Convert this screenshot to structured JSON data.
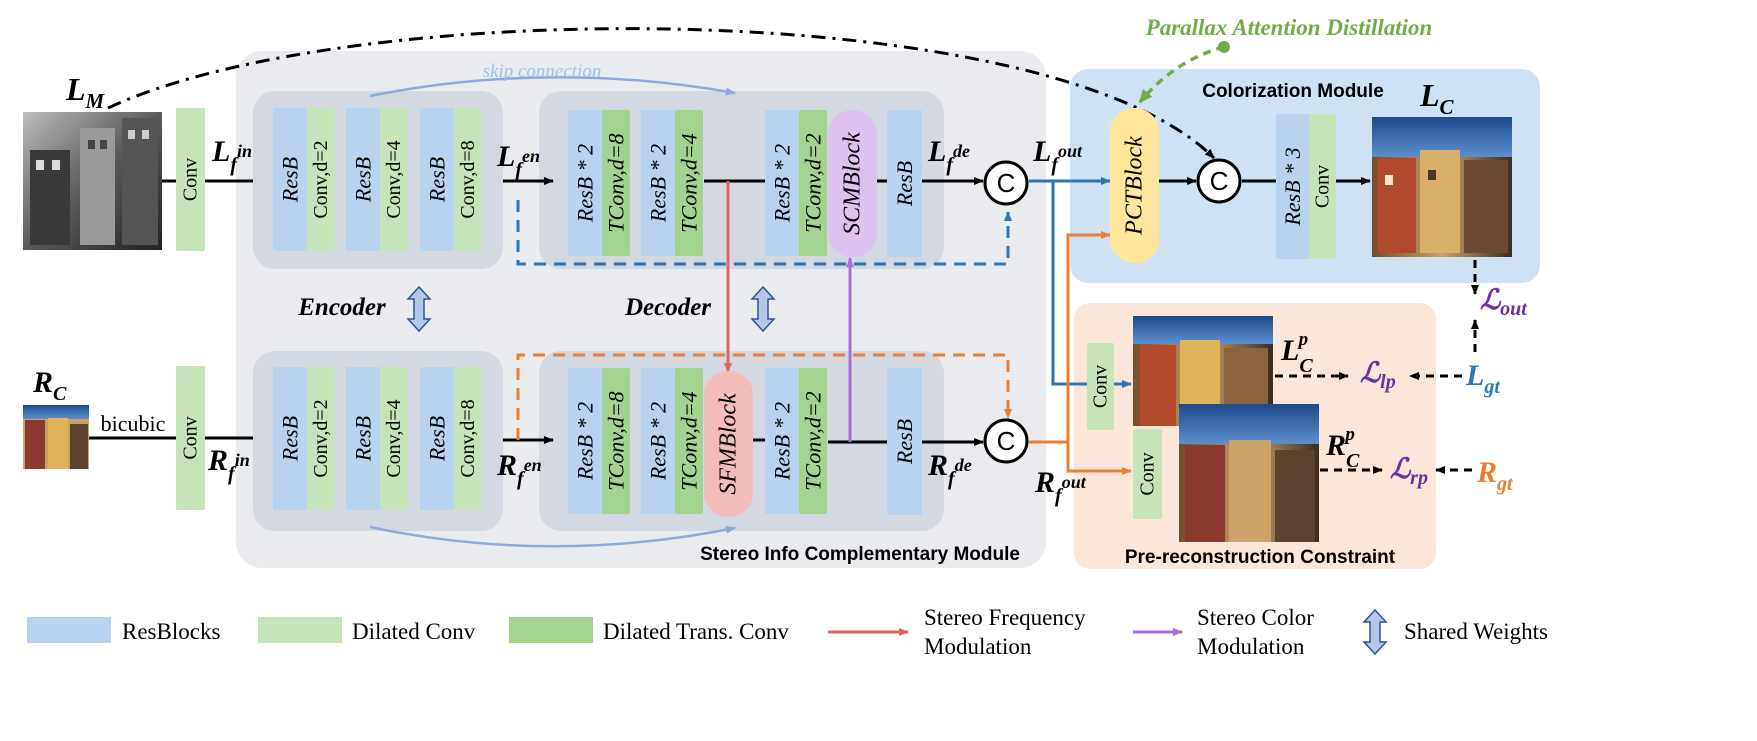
{
  "colors": {
    "resb": "#b9d3ee",
    "dconv": "#c6e3b9",
    "tconv": "#a4d38f",
    "gray_panel": "#e9ebef",
    "group_panel": "#d3d8e1",
    "color_module": "#cfe2f3",
    "prerec": "#fbe7d9",
    "scm": "#dcc2ec",
    "sfm": "#f5bcbc",
    "pct": "#ffe69b",
    "blue_arrow": "#2e75b6",
    "orange_arrow": "#ed7d31",
    "red_arrow": "#e06666",
    "purple_arrow": "#a86fd8",
    "green": "#70ad47",
    "loss": "#7030a0"
  },
  "labels": {
    "resb": "ResB",
    "conv": "Conv",
    "conv_d2": "Conv,d=2",
    "conv_d4": "Conv,d=4",
    "conv_d8": "Conv,d=8",
    "resb2": "ResB * 2",
    "resb3": "ResB * 3",
    "tconv_d8": "TConv,d=8",
    "tconv_d4": "TConv,d=4",
    "tconv_d2": "TConv,d=2",
    "scm": "SCMBlock",
    "sfm": "SFMBlock",
    "pct": "PCTBlock",
    "concat": "C",
    "bicubic": "bicubic",
    "skip": "skip connection",
    "encoder": "Encoder",
    "decoder": "Decoder",
    "sicm": "Stereo Info Complementary Module",
    "colorization": "Colorization Module",
    "prerec": "Pre-reconstruction Constraint",
    "pad": "Parallax Attention Distillation"
  },
  "math": {
    "LM": {
      "base": "L",
      "sub": "M"
    },
    "RC": {
      "base": "R",
      "sub": "C"
    },
    "Lfin": {
      "base": "L",
      "sub": "f",
      "sup": "in"
    },
    "Rfin": {
      "base": "R",
      "sub": "f",
      "sup": "in"
    },
    "Lfen": {
      "base": "L",
      "sub": "f",
      "sup": "en"
    },
    "Rfen": {
      "base": "R",
      "sub": "f",
      "sup": "en"
    },
    "Lfde": {
      "base": "L",
      "sub": "f",
      "sup": "de"
    },
    "Rfde": {
      "base": "R",
      "sub": "f",
      "sup": "de"
    },
    "Lfout": {
      "base": "L",
      "sub": "f",
      "sup": "out"
    },
    "Rfout": {
      "base": "R",
      "sub": "f",
      "sup": "out"
    },
    "LC": {
      "base": "L",
      "sub": "C"
    },
    "LCp": {
      "base": "L",
      "sub": "C",
      "sup": "p"
    },
    "RCp": {
      "base": "R",
      "sub": "C",
      "sup": "p"
    },
    "Lgt": {
      "base": "L",
      "sub": "gt"
    },
    "Rgt": {
      "base": "R",
      "sub": "gt"
    },
    "Lout": {
      "base": "ℒ",
      "sub": "out"
    },
    "Llp": {
      "base": "ℒ",
      "sub": "lp"
    },
    "Lrp": {
      "base": "ℒ",
      "sub": "rp"
    }
  },
  "legend": [
    {
      "label": "ResBlocks",
      "kind": "resb"
    },
    {
      "label": "Dilated Conv",
      "kind": "dconv"
    },
    {
      "label": "Dilated Trans. Conv",
      "kind": "tconv"
    },
    {
      "label": "Stereo Frequency\nModulation",
      "kind": "red-arrow"
    },
    {
      "label": "Stereo Color\nModulation",
      "kind": "purple-arrow"
    },
    {
      "label": "Shared Weights",
      "kind": "shared"
    }
  ]
}
